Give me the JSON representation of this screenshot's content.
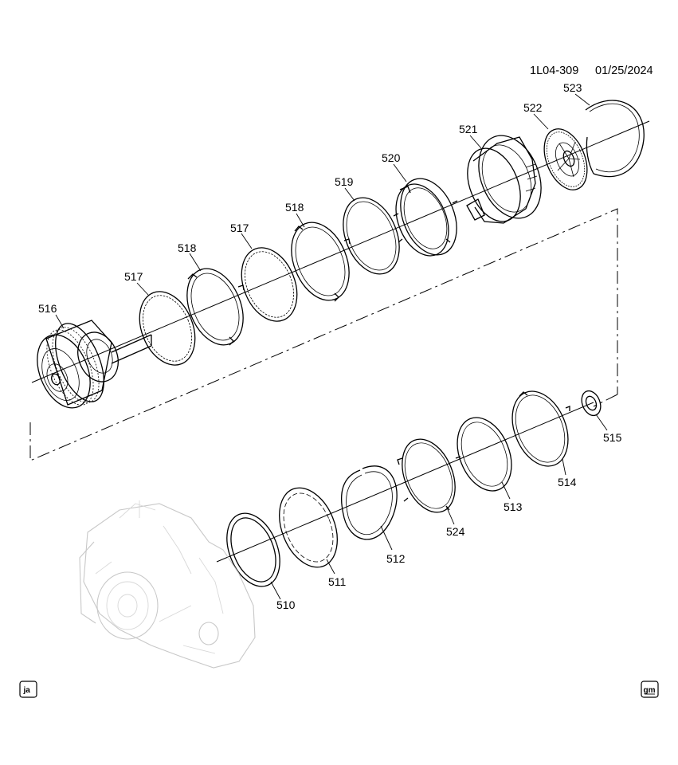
{
  "diagram": {
    "doc_id": "1L04-309",
    "date": "01/25/2024",
    "badge_left": "ja",
    "badge_right": "gm",
    "callouts": [
      "510",
      "511",
      "512",
      "513",
      "514",
      "515",
      "516",
      "517",
      "518",
      "519",
      "520",
      "521",
      "522",
      "523",
      "524"
    ],
    "callout_second": [
      "517",
      "518"
    ]
  }
}
